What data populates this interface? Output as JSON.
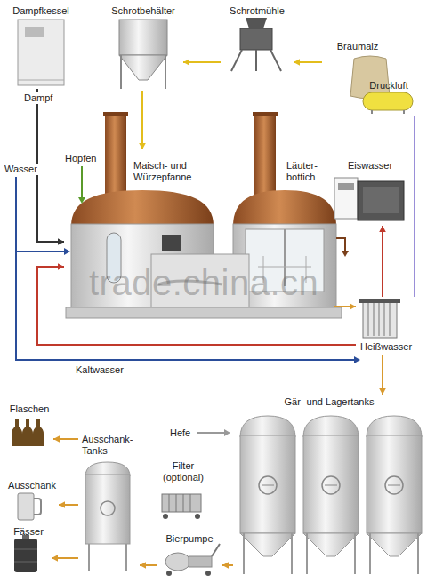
{
  "diagram": {
    "nodes": [
      {
        "text": [
          "Dampfkessel"
        ]
      },
      {
        "text": [
          "Schrotbehälter"
        ]
      },
      {
        "text": [
          "Schrotmühle"
        ]
      },
      {
        "text": [
          "Braumalz"
        ]
      },
      {
        "text": [
          "Maisch- und Würzepfanne"
        ]
      },
      {
        "text": [
          "Läuter- bottich"
        ]
      },
      {
        "text": [
          "Druckluft"
        ]
      },
      {
        "text": [
          "Eiswasser"
        ]
      },
      {
        "text": [
          "Heißwasser"
        ]
      },
      {
        "text": [
          "Gär- und Lagertanks"
        ]
      },
      {
        "text": [
          "Flaschen"
        ]
      },
      {
        "text": [
          "Ausschank- Tanks"
        ]
      },
      {
        "text": [
          "Filter (optional)"
        ]
      },
      {
        "text": [
          "Ausschank"
        ]
      },
      {
        "text": [
          "Fässer"
        ]
      },
      {
        "text": [
          "Bierpumpe"
        ]
      }
    ],
    "edges": [
      {
        "from": 3,
        "to": 2,
        "arrow": "to"
      },
      {
        "from": 2,
        "to": 1,
        "arrow": "to"
      },
      {
        "from": 1,
        "to": 4,
        "arrow": "to"
      },
      {
        "from": 0,
        "to": 4,
        "label": "Dampf",
        "arrow": "to"
      },
      {
        "from": 5,
        "to": 8,
        "arrow": "to"
      },
      {
        "from": 8,
        "to": 7,
        "arrow": "to"
      },
      {
        "from": 6,
        "to": 8,
        "arrow": "none"
      },
      {
        "from": 8,
        "to": 4,
        "arrow": "to"
      },
      {
        "from": 8,
        "to": 9,
        "arrow": "to"
      },
      {
        "from": 9,
        "to": 15,
        "arrow": "to"
      },
      {
        "from": 15,
        "to": 11,
        "arrow": "to"
      },
      {
        "from": 11,
        "to": 10,
        "arrow": "to"
      },
      {
        "from": 11,
        "to": 13,
        "arrow": "to"
      },
      {
        "from": 11,
        "to": 14,
        "arrow": "to"
      }
    ],
    "labels": [
      "Hopfen",
      "Wasser",
      "Kaltwasser",
      "Hefe",
      "trade.china.cn"
    ]
  }
}
